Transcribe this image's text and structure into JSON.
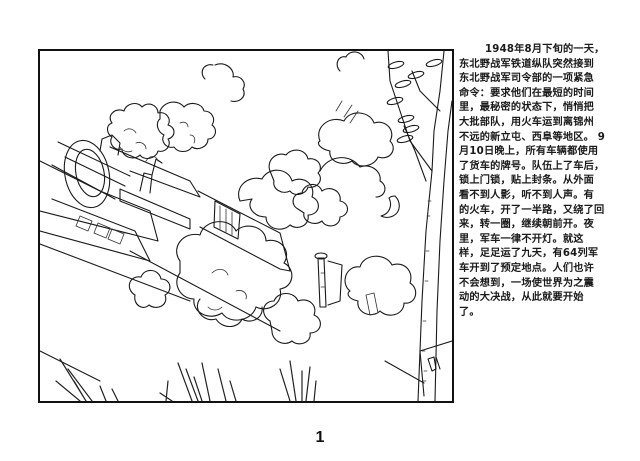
{
  "illustration": {
    "description": "Line-art drawing: a steam locomotive pulling train cars through clouds of steam at night, with a crescent moon, a tall tree on the right and grass in the foreground",
    "elements": [
      "locomotive",
      "train-cars",
      "steam-clouds",
      "crescent-moon",
      "tree",
      "grass"
    ]
  },
  "caption": {
    "lines": [
      "1948年8月下旬的一天，",
      "东北野战军铁道纵队突然接到",
      "东北野战军司令部的一项紧急",
      "命令：要求他们在最短的时间",
      "里，最秘密的状态下，悄悄把",
      "大批部队，用火车运到离锦州",
      "不远的新立屯、西阜等地区。 9",
      "月10日晚上，所有车辆都使用",
      "了货车的牌号。队伍上了车后，",
      "锁上门锁，贴上封条。从外面",
      "看不到人影，听不到人声。有",
      "的火车，开了一半路，又绕了回",
      "来，转一圈，继续朝前开。夜",
      "里，军车一律不开灯。就这",
      "样，足足运了九天，有64列军",
      "车开到了预定地点。人们也许",
      "不会想到，一场使世界为之震",
      "动的大决战，从此就要开始",
      "了。"
    ]
  },
  "page_number": "1"
}
